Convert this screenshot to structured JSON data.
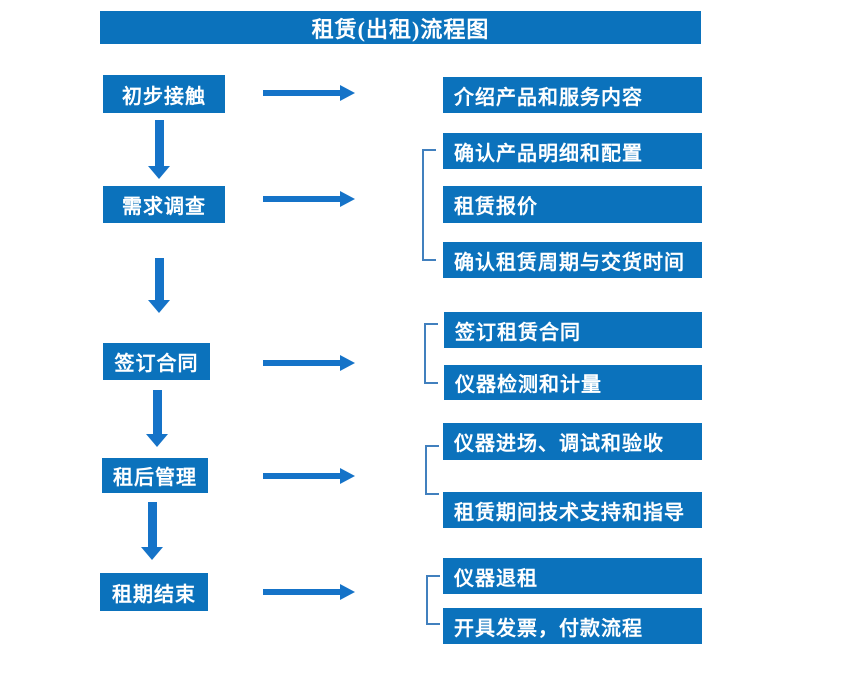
{
  "title": "租赁(出租)流程图",
  "colors": {
    "background": "#FFFFFF",
    "box_fill": "#0B72BC",
    "box_text": "#FFFFFF",
    "arrow": "#1573C8",
    "bracket": "#4180BE"
  },
  "stages": [
    {
      "label": "初步接触",
      "outputs": [
        "介绍产品和服务内容"
      ]
    },
    {
      "label": "需求调查",
      "outputs": [
        "确认产品明细和配置",
        "租赁报价",
        "确认租赁周期与交货时间"
      ]
    },
    {
      "label": "签订合同",
      "outputs": [
        "签订租赁合同",
        "仪器检测和计量"
      ]
    },
    {
      "label": "租后管理",
      "outputs": [
        "仪器进场、调试和验收",
        "租赁期间技术支持和指导"
      ]
    },
    {
      "label": "租期结束",
      "outputs": [
        "仪器退租",
        "开具发票，付款流程"
      ]
    }
  ]
}
